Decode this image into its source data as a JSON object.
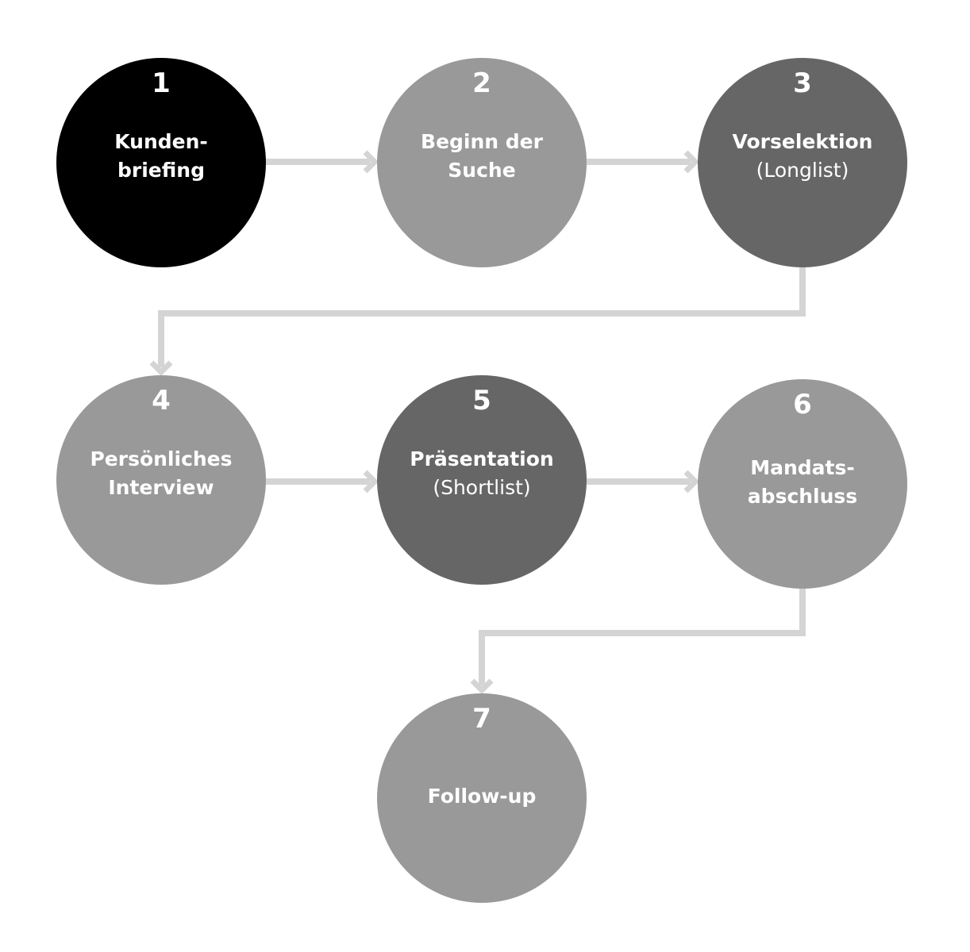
{
  "colors": {
    "black": "#000000",
    "light_gray": "#999999",
    "dark_gray": "#666666",
    "connector": "#d4d4d4",
    "text": "#ffffff"
  },
  "steps": [
    {
      "number": "1",
      "lines": [
        "Kunden-",
        "briefing"
      ],
      "sub": "",
      "fill": "#000000"
    },
    {
      "number": "2",
      "lines": [
        "Beginn der",
        "Suche"
      ],
      "sub": "",
      "fill": "#999999"
    },
    {
      "number": "3",
      "lines": [
        "Vorselektion"
      ],
      "sub": "(Longlist)",
      "fill": "#666666"
    },
    {
      "number": "4",
      "lines": [
        "Persönliches",
        "Interview"
      ],
      "sub": "",
      "fill": "#999999"
    },
    {
      "number": "5",
      "lines": [
        "Präsentation"
      ],
      "sub": "(Shortlist)",
      "fill": "#666666"
    },
    {
      "number": "6",
      "lines": [
        "Mandats-",
        "abschluss"
      ],
      "sub": "",
      "fill": "#999999"
    },
    {
      "number": "7",
      "lines": [
        "Follow-up"
      ],
      "sub": "",
      "fill": "#999999"
    }
  ]
}
